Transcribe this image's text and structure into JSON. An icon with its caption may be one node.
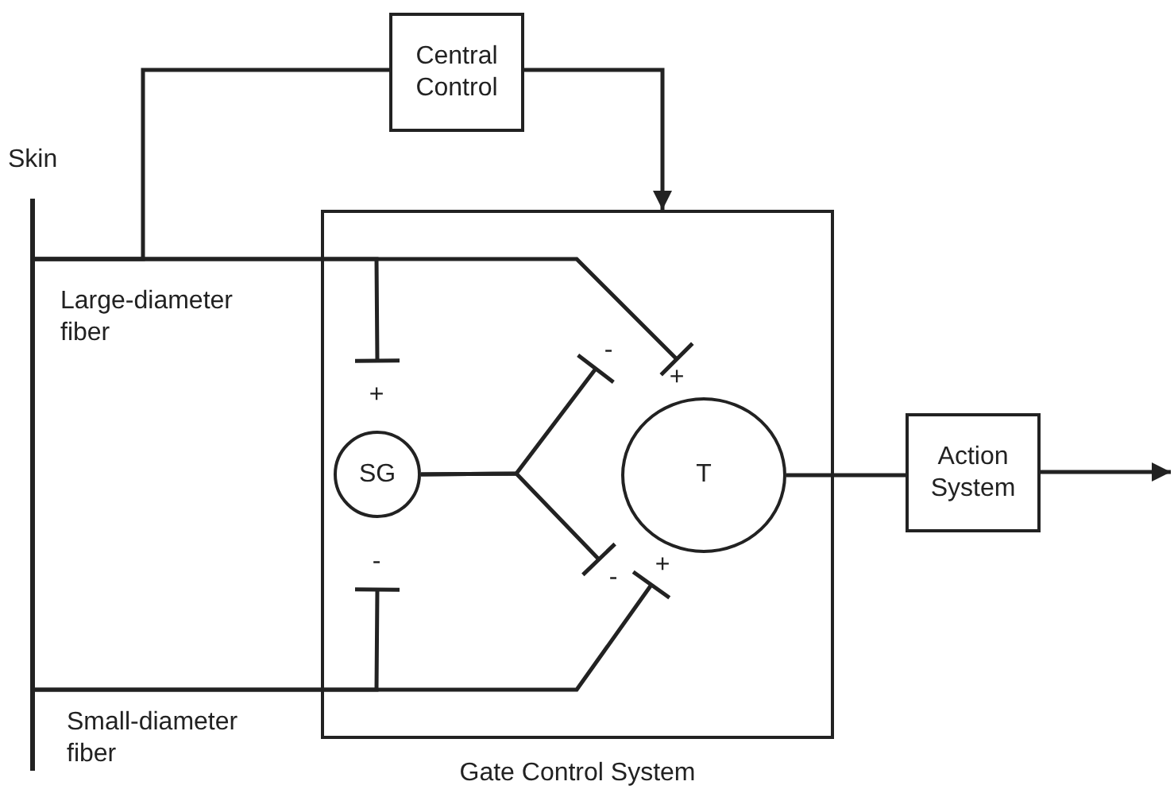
{
  "diagram": {
    "nodes": [
      {
        "text": [
          "Central Control"
        ]
      },
      {
        "text": [
          "Gate Control System"
        ]
      },
      {
        "text": [
          "SG"
        ],
        "in": 1
      },
      {
        "text": [
          "T"
        ],
        "in": 1
      },
      {
        "text": [
          "Action System"
        ]
      },
      {
        "text": [
          "Skin"
        ]
      }
    ],
    "edges": [
      {
        "from": 5,
        "to": 3,
        "arrow": "other"
      },
      {
        "from": 5,
        "to": 2,
        "arrow": "other"
      },
      {
        "from": 5,
        "to": 3,
        "arrow": "other"
      },
      {
        "from": 5,
        "to": 2,
        "arrow": "other"
      },
      {
        "from": 2,
        "to": 3,
        "arrow": "other"
      },
      {
        "from": 2,
        "to": 3,
        "arrow": "other"
      },
      {
        "from": 5,
        "to": 0,
        "arrow": "none"
      },
      {
        "from": 0,
        "to": 1,
        "arrow": "to"
      },
      {
        "from": 3,
        "to": 4,
        "arrow": "none"
      },
      {
        "from": 4,
        "to": null,
        "arrow": "to"
      }
    ],
    "labels": [
      "Large-diameter fiber",
      "-",
      "+",
      "+",
      "+",
      "-",
      "-",
      "Small-diameter fiber"
    ]
  }
}
